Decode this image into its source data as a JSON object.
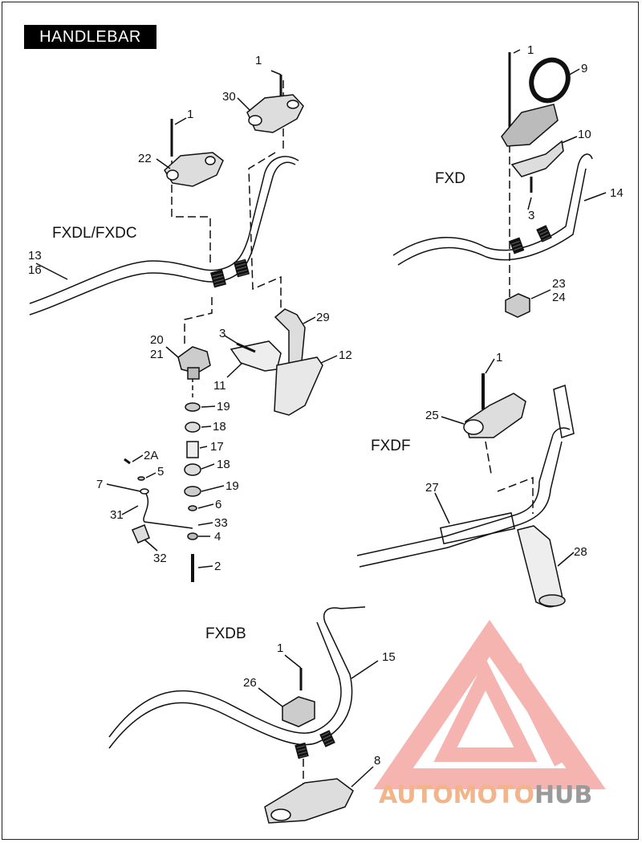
{
  "title": "HANDLEBAR",
  "models": {
    "fxdl": "FXDL/FXDC",
    "fxd": "FXD",
    "fxdf": "FXDF",
    "fxdb": "FXDB"
  },
  "callouts": {
    "c13": "13",
    "c16": "16",
    "c1a": "1",
    "c30": "30",
    "c1b": "1",
    "c22": "22",
    "c20": "20",
    "c21": "21",
    "c3a": "3",
    "c11": "11",
    "c29": "29",
    "c12": "12",
    "c19a": "19",
    "c18a": "18",
    "c17": "17",
    "c18b": "18",
    "c19b": "19",
    "c2a": "2A",
    "c5": "5",
    "c7": "7",
    "c6": "6",
    "c31": "31",
    "c33": "33",
    "c4": "4",
    "c32": "32",
    "c2": "2",
    "c1c": "1",
    "c9": "9",
    "c10": "10",
    "c3b": "3",
    "c14": "14",
    "c23": "23",
    "c24": "24",
    "c1d": "1",
    "c25": "25",
    "c27": "27",
    "c28": "28",
    "c1e": "1",
    "c26": "26",
    "c15": "15",
    "c8": "8"
  },
  "watermark": {
    "part1": "AUTOMOTO",
    "part2": "HUB",
    "color_primary": "#f4a7a3",
    "color_secondary": "#f5c78a",
    "color_hub": "#9a9a9a"
  }
}
